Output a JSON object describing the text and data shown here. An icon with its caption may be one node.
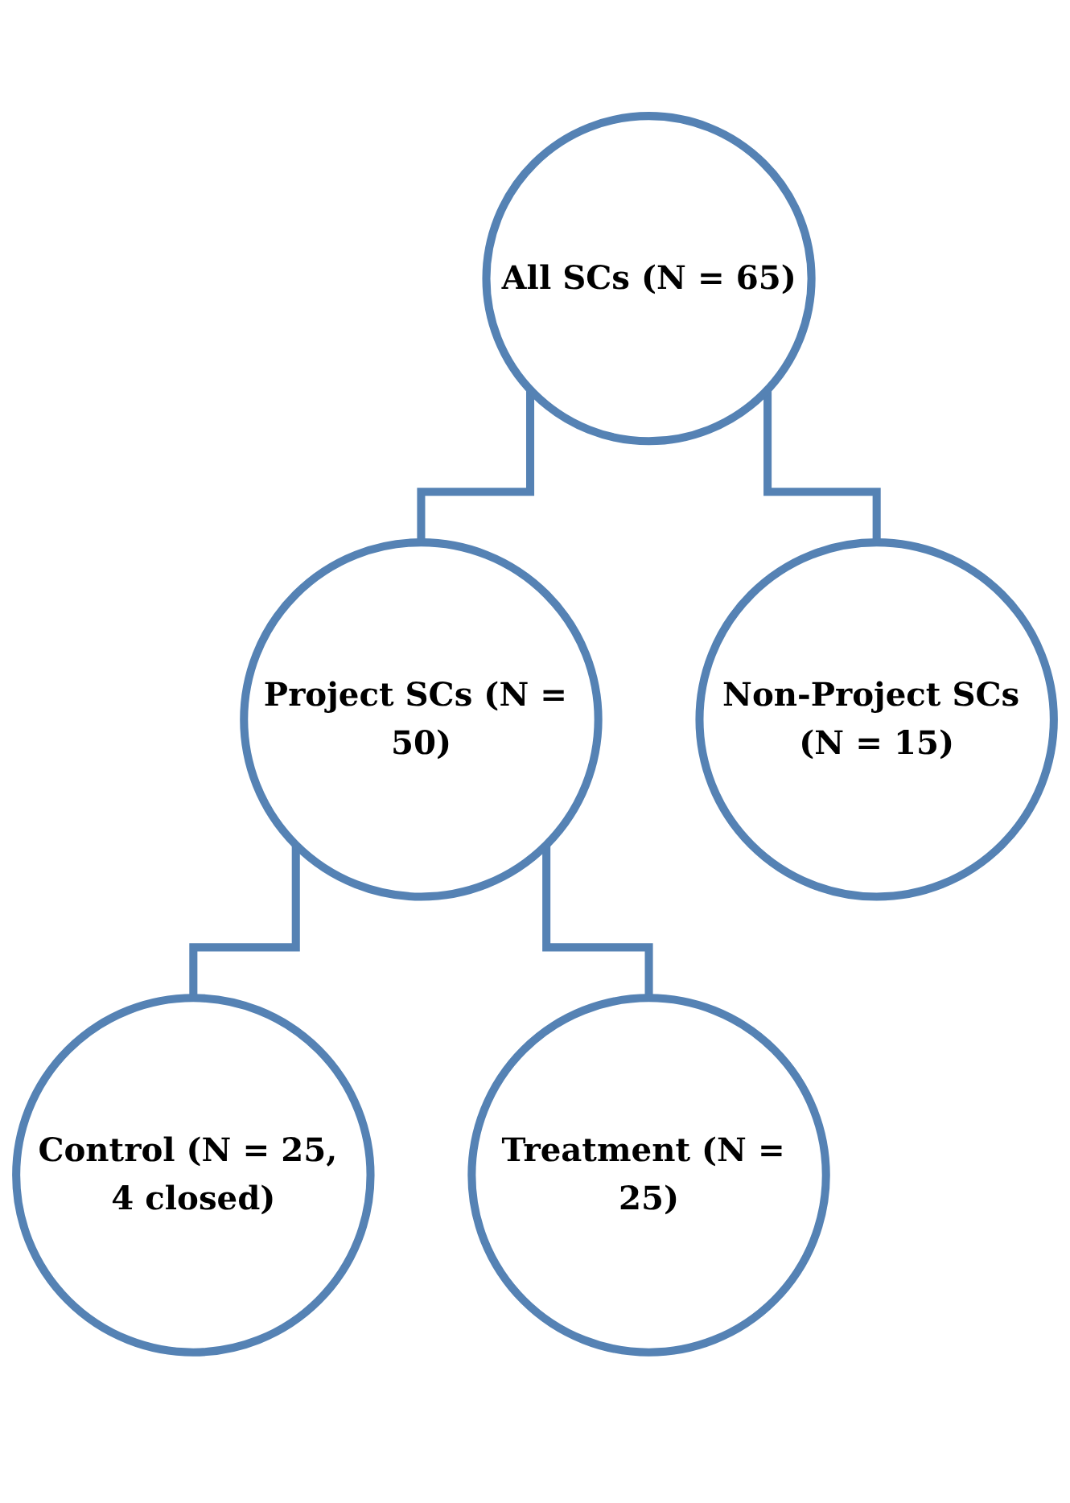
{
  "diagram": {
    "nodes": [
      {
        "text": [
          "All SCs (N = 65)"
        ]
      },
      {
        "text": [
          "Project SCs (N = 50)"
        ]
      },
      {
        "text": [
          "Non-Project SCs (N = 15)"
        ]
      },
      {
        "text": [
          "Control (N = 25, 4 closed)"
        ]
      },
      {
        "text": [
          "Treatment (N = 25)"
        ]
      }
    ],
    "edges": [
      {
        "from": 0,
        "to": 1,
        "arrow": "none"
      },
      {
        "from": 0,
        "to": 2,
        "arrow": "none"
      },
      {
        "from": 1,
        "to": 3,
        "arrow": "none"
      },
      {
        "from": 1,
        "to": 4,
        "arrow": "none"
      }
    ]
  }
}
